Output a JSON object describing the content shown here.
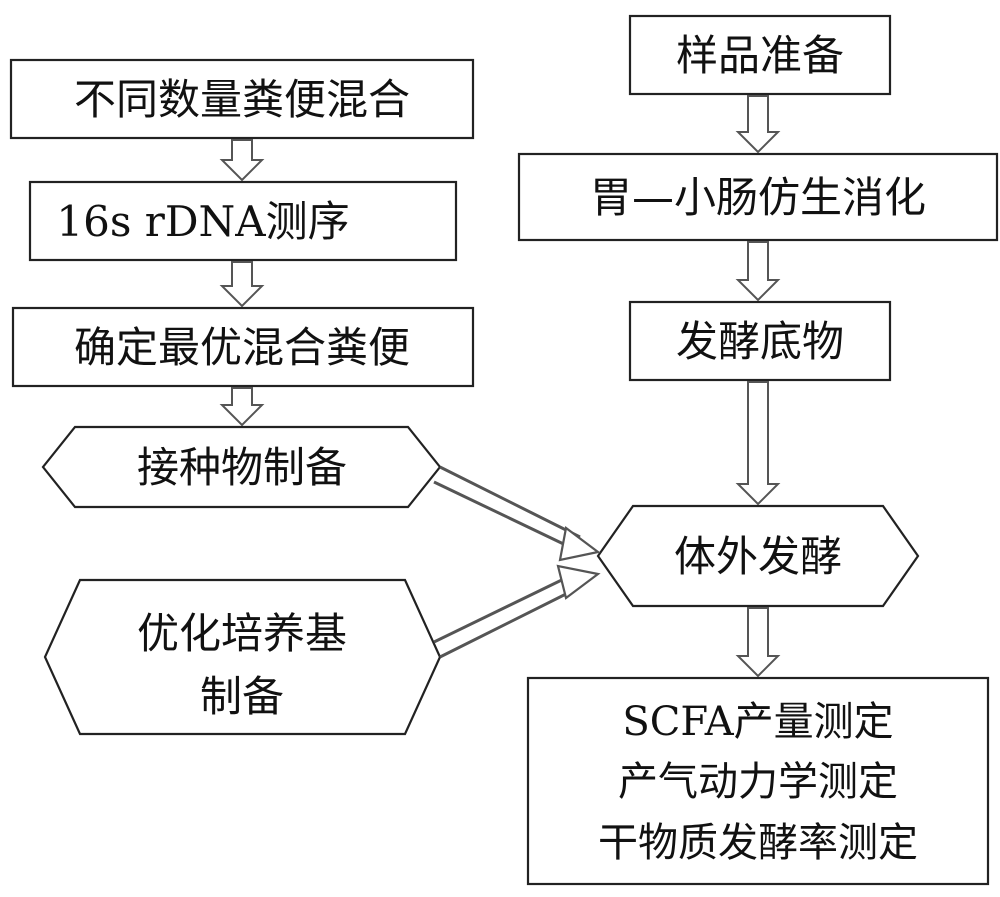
{
  "nodes": {
    "mix_feces": "不同数量粪便混合",
    "sequencing": "16s rDNA测序",
    "optimal_mix": "确定最优混合粪便",
    "inoculum": "接种物制备",
    "medium": [
      "优化培养基",
      "制备"
    ],
    "sample_prep": "样品准备",
    "digestion": "胃—小肠仿生消化",
    "substrate": "发酵底物",
    "in_vitro": "体外发酵",
    "measurements": [
      "SCFA产量测定",
      "产气动力学测定",
      "干物质发酵率测定"
    ]
  },
  "colors": {
    "stroke": "#222222",
    "arrow_stroke": "#555555",
    "fill": "#ffffff",
    "text": "#111111"
  }
}
